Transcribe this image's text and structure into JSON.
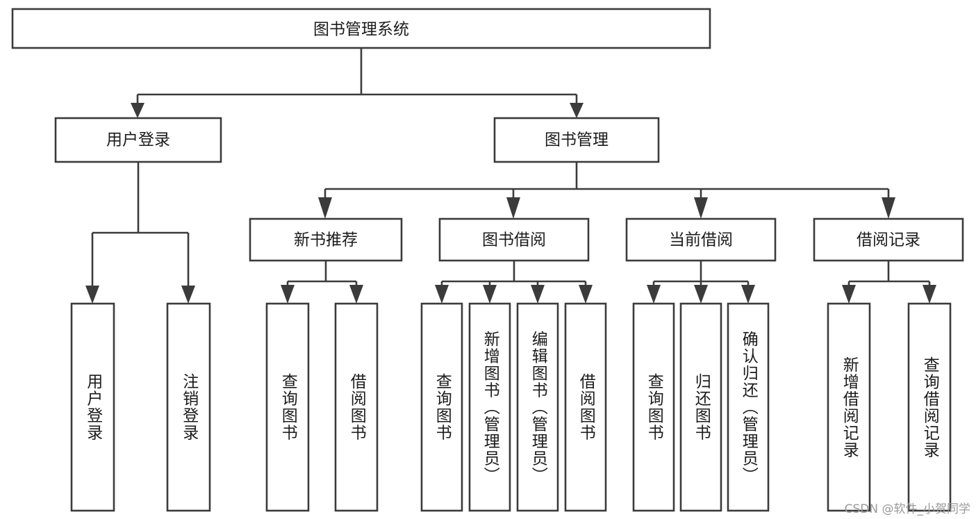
{
  "diagram": {
    "title": "图书管理系统",
    "type": "tree-hierarchy-diagram",
    "colors": {
      "box_stroke": "#3b3b3b",
      "box_fill": "#ffffff",
      "text": "#1b1b1b",
      "background": "#ffffff",
      "watermark": "#9a9a9a"
    },
    "root": {
      "label": "图书管理系统"
    },
    "level2": [
      {
        "label": "用户登录"
      },
      {
        "label": "图书管理"
      }
    ],
    "level3": [
      {
        "label": "新书推荐"
      },
      {
        "label": "图书借阅"
      },
      {
        "label": "当前借阅"
      },
      {
        "label": "借阅记录"
      }
    ],
    "leaves": {
      "user_login": [
        {
          "label": "用户登录"
        },
        {
          "label": "注销登录"
        }
      ],
      "new_book_recommend": [
        {
          "label": "查询图书"
        },
        {
          "label": "借阅图书"
        }
      ],
      "book_borrow": [
        {
          "label": "查询图书"
        },
        {
          "label": "新增图书（管理员）"
        },
        {
          "label": "编辑图书（管理员）"
        },
        {
          "label": "借阅图书"
        }
      ],
      "current_borrow": [
        {
          "label": "查询图书"
        },
        {
          "label": "归还图书"
        },
        {
          "label": "确认归还（管理员）"
        }
      ],
      "borrow_record": [
        {
          "label": "新增借阅记录"
        },
        {
          "label": "查询借阅记录"
        }
      ]
    }
  },
  "watermark": {
    "text": "CSDN @软件_小贺同学"
  }
}
